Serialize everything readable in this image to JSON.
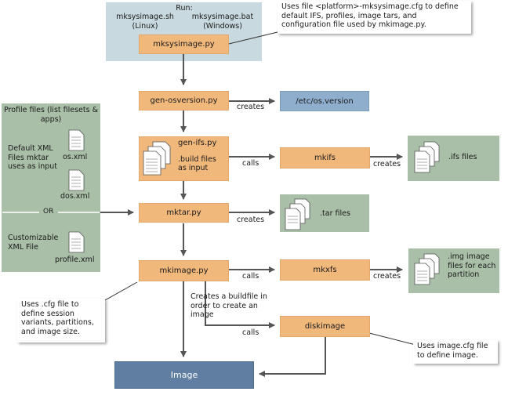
{
  "run": {
    "title": "Run:",
    "linux_script": "mksysimage.sh",
    "linux_os": "(Linux)",
    "windows_script": "mksysimage.bat",
    "windows_os": "(Windows)"
  },
  "callouts": {
    "top": "Uses file <platform>-mksysimage.cfg to define default IFS, profiles, image tars, and configuration file used by mkimage.py.",
    "left": "Uses .cfg file to define session variants, partitions, and image size.",
    "right": "Uses image.cfg file to define image."
  },
  "boxes": {
    "mksysimage": "mksysimage.py",
    "gen_osversion": "gen-osversion.py",
    "gen_ifs": "gen-ifs.py",
    "gen_ifs_note": ".build files as input",
    "mktar": "mktar.py",
    "mkimage": "mkimage.py",
    "mkifs": "mkifs",
    "mkxfs": "mkxfs",
    "diskimage": "diskimage",
    "image": "Image"
  },
  "outputs": {
    "os_version": "/etc/os.version",
    "ifs_files": ".ifs files",
    "tar_files": ".tar files",
    "img_files": ".img image files for each partition"
  },
  "profile_panel": {
    "title": "Profile files (list filesets & apps)",
    "default_note": "Default XML Files mktar uses as input",
    "os_xml": "os.xml",
    "dos_xml": "dos.xml",
    "or": "OR",
    "custom_note": "Customizable XML File",
    "profile_xml": "profile.xml"
  },
  "edge_labels": {
    "creates_osversion": "creates",
    "calls_mkifs": "calls",
    "creates_ifs": "creates",
    "creates_tar": "creates",
    "calls_mkxfs": "calls",
    "creates_img": "creates",
    "buildfile_note": "Creates a buildfile in order to create an image",
    "calls_diskimage": "calls"
  },
  "colors": {
    "orange": "#f1b87c",
    "blue_panel": "#c8d9df",
    "green_panel": "#a9bfa8",
    "os_version_box": "#8faecd",
    "image_box": "#5f7ea1",
    "arrow": "#555555"
  }
}
